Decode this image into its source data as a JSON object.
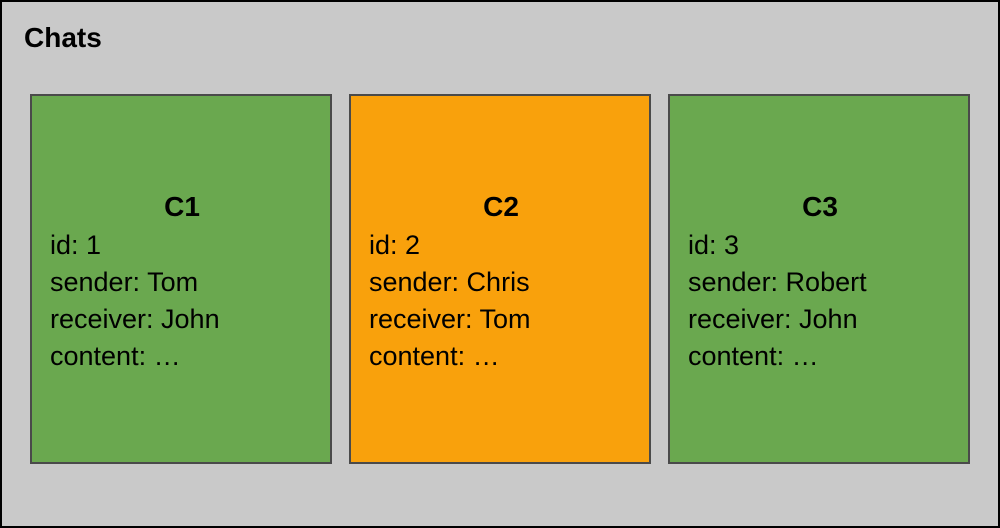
{
  "diagram": {
    "title": "Chats",
    "colors": {
      "container_bg": "#c9c9c9",
      "container_border": "#000000",
      "card_border": "#4a4a4a",
      "green": "#6aa84f",
      "orange": "#f9a10c"
    },
    "cards": [
      {
        "title": "C1",
        "color": "#6aa84f",
        "lines": [
          "id: 1",
          "sender: Tom",
          "receiver: John",
          "content: …"
        ]
      },
      {
        "title": "C2",
        "color": "#f9a10c",
        "lines": [
          "id: 2",
          "sender: Chris",
          "receiver: Tom",
          "content: …"
        ]
      },
      {
        "title": "C3",
        "color": "#6aa84f",
        "lines": [
          "id: 3",
          "sender: Robert",
          "receiver: John",
          "content: …"
        ]
      }
    ]
  }
}
